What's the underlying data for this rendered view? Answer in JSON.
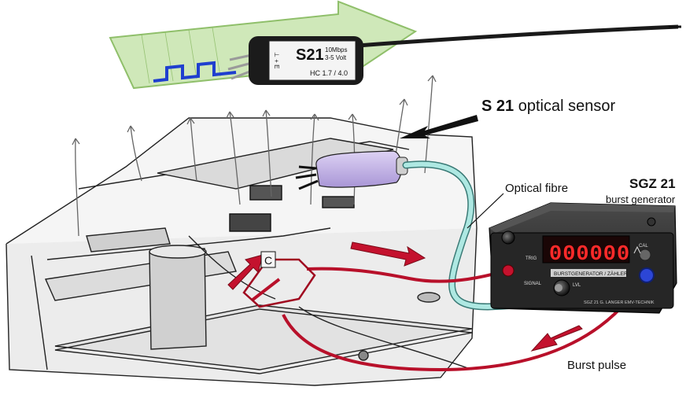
{
  "labels": {
    "sensor_bold": "S 21",
    "sensor_rest": " optical sensor",
    "fibre": "Optical fibre",
    "sgz_name": "SGZ 21",
    "sgz_desc": "burst generator",
    "burst_pulse": "Burst pulse"
  },
  "sensor_body": {
    "model": "S21",
    "rate": "10Mbps",
    "volt": "3-5 Volt",
    "hc": "HC 1.7 / 4.0",
    "pins": "⊥ + E"
  },
  "device": {
    "display": "000000",
    "panel_title": "BURSTGENERATOR / ZÄHLER",
    "knob_left": "SIGNAL",
    "knob_right": "LVL",
    "trig": "TRIG",
    "brand": "SGZ 21  G. LANGER EMV-TECHNIK",
    "cal": "CAL",
    "pin_label": "C"
  },
  "colors": {
    "arrow_green": "#c8e6b0",
    "sensor_purple": "#c9b8e8",
    "fibre_cyan": "#a8e6e0",
    "burst_red": "#c4122e",
    "display_red": "#ff2020",
    "device_body": "#2a2a2a"
  }
}
